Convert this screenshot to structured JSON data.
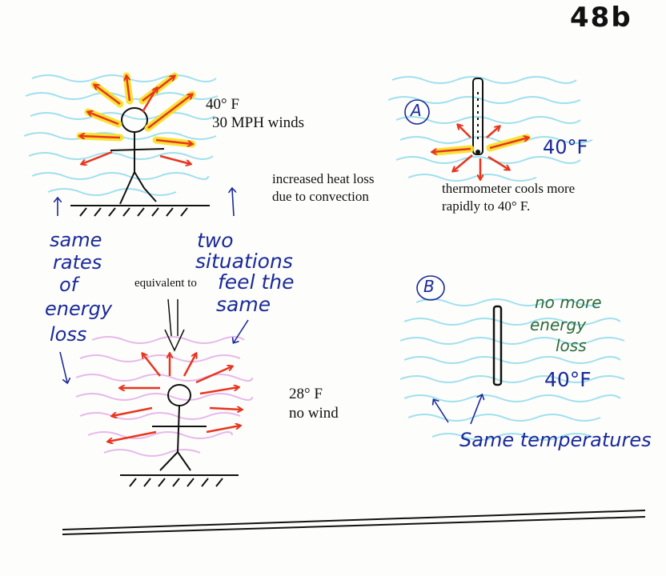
{
  "page_number": "48b",
  "top_left": {
    "temperature": "40° F",
    "wind": "30 MPH winds"
  },
  "bottom_left": {
    "temperature": "28° F",
    "wind": "no wind"
  },
  "middle_note": {
    "line1": "increased heat loss",
    "line2": "due to convection"
  },
  "equivalent_to": "equivalent to",
  "left_note": [
    "same",
    "rates",
    "of",
    "energy",
    "loss"
  ],
  "center_note": {
    "line1": "two",
    "line2": "situations",
    "line3": "feel the",
    "line4": "same"
  },
  "panel_a": {
    "label": "A",
    "temperature": "40°F",
    "caption_line1": "thermometer cools more",
    "caption_line2": "rapidly to 40° F."
  },
  "panel_b": {
    "label": "B",
    "note_line1": "no more",
    "note_line2": "energy",
    "note_line3": "loss",
    "temperature": "40°F",
    "bottom_note": "Same temperatures"
  },
  "colors": {
    "arrow_red": "#e8351f",
    "arrow_glow": "#f7e021",
    "wind_cyan": "#8fdcec",
    "still_pink": "#e2a8e6",
    "pen_blue": "#1a2a9a",
    "pen_green": "#2e6b3c"
  }
}
